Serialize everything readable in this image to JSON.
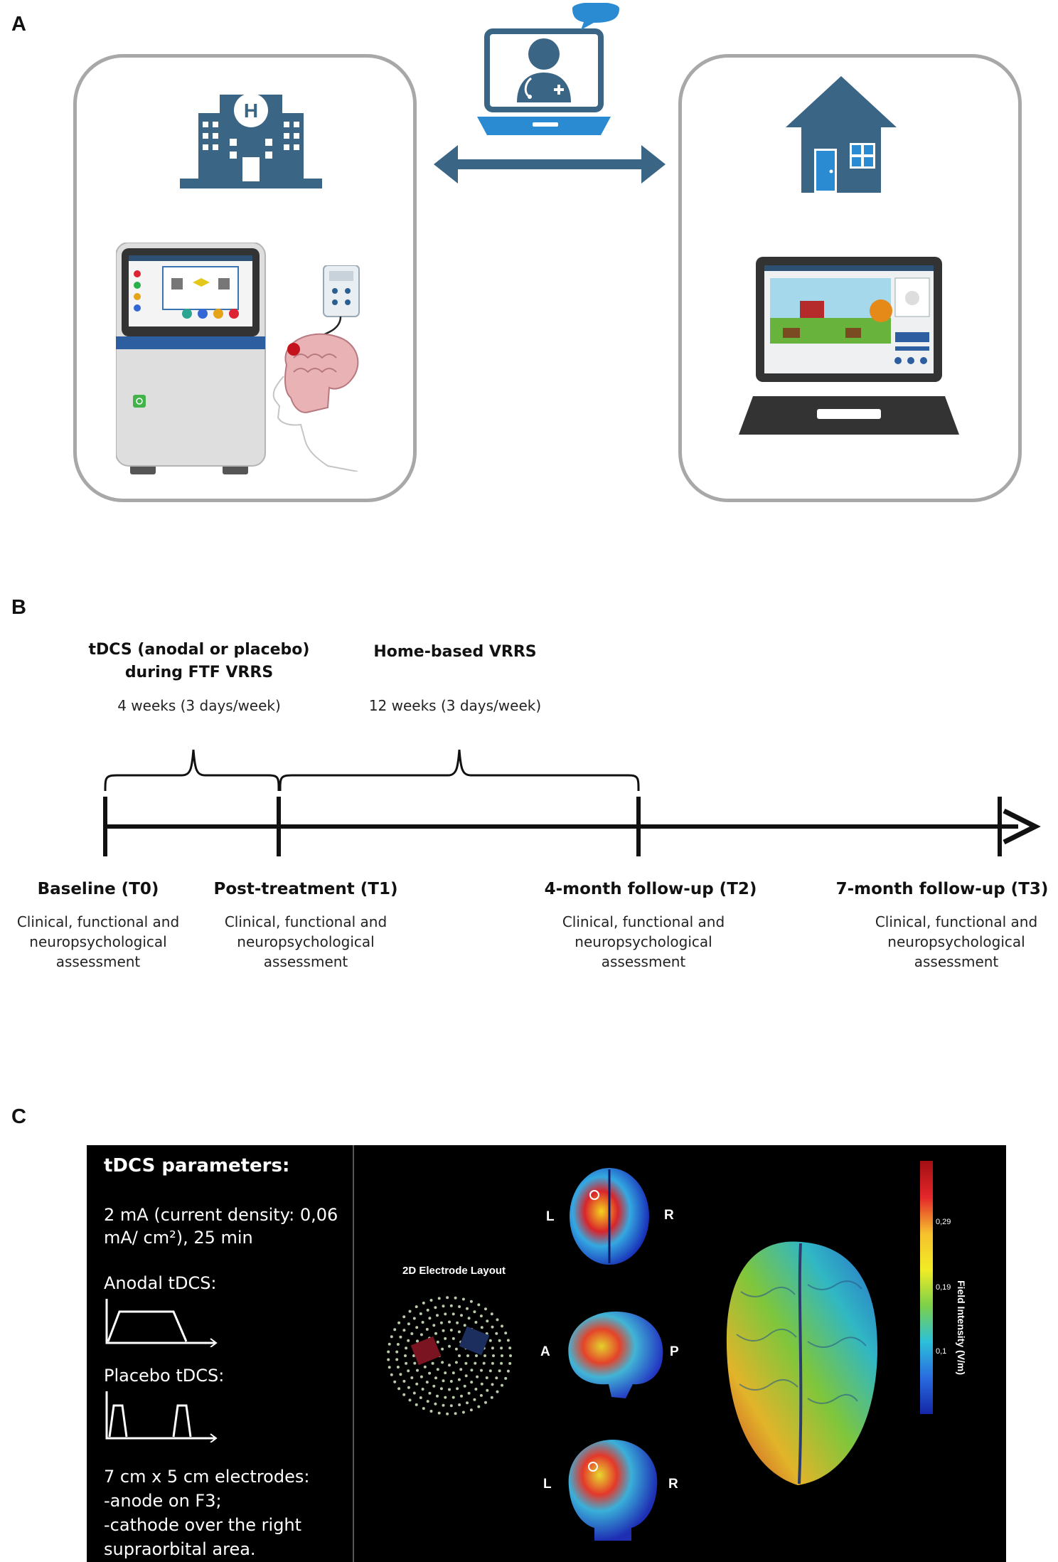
{
  "panels": {
    "a": {
      "label": "A"
    },
    "b": {
      "label": "B",
      "phases": [
        {
          "title_line1": "tDCS (anodal or placebo)",
          "title_line2": "during FTF VRRS",
          "subtitle": "4 weeks (3 days/week)"
        },
        {
          "title_line1": "Home-based VRRS",
          "title_line2": "",
          "subtitle": "12 weeks (3 days/week)"
        }
      ],
      "timepoints": [
        {
          "title": "Baseline (T0)",
          "desc1": "Clinical, functional and",
          "desc2": "neuropsychological",
          "desc3": "assessment"
        },
        {
          "title": "Post-treatment (T1)",
          "desc1": "Clinical, functional and",
          "desc2": "neuropsychological",
          "desc3": "assessment"
        },
        {
          "title": "4-month follow-up (T2)",
          "desc1": "Clinical, functional and",
          "desc2": "neuropsychological",
          "desc3": "assessment"
        },
        {
          "title": "7-month follow-up (T3)",
          "desc1": "Clinical, functional and",
          "desc2": "neuropsychological",
          "desc3": "assessment"
        }
      ]
    },
    "c": {
      "label": "C",
      "params_title": "tDCS parameters:",
      "current_line1": "2 mA (current density: 0,06",
      "current_line2": "mA/ cm²), 25 min",
      "anodal_label": "Anodal tDCS:",
      "placebo_label": "Placebo tDCS:",
      "electrodes_line1": "7 cm x 5 cm electrodes:",
      "electrodes_line2": "-anode on F3;",
      "electrodes_line3": "-cathode over the right",
      "electrodes_line4": "supraorbital area.",
      "layout_title": "2D Electrode Layout",
      "orient": {
        "axial_left": "L",
        "axial_right": "R",
        "sag_left": "A",
        "sag_right": "P",
        "cor_left": "L",
        "cor_right": "R"
      },
      "colorbar": {
        "label": "Field Intensity (V/m)",
        "ticks": [
          "0,29",
          "0,19",
          "0,1"
        ]
      }
    }
  },
  "colors": {
    "icon_blue": "#3a6585",
    "box_border": "#a8a8a8",
    "panel_c_bg": "#000000"
  }
}
